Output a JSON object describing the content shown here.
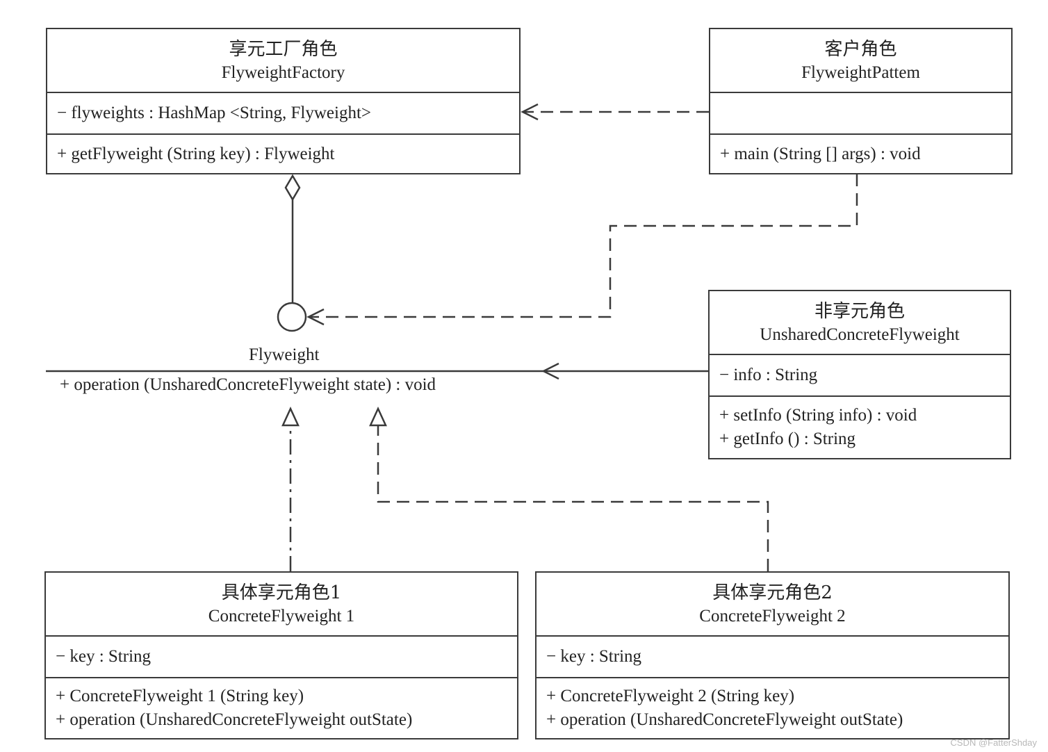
{
  "factory": {
    "title_cn": "享元工厂角色",
    "title_en": "FlyweightFactory",
    "attributes": [
      "− flyweights : HashMap <String, Flyweight>"
    ],
    "operations": [
      "+ getFlyweight (String key) : Flyweight"
    ]
  },
  "client": {
    "title_cn": "客户角色",
    "title_en": "FlyweightPattem",
    "attributes": [],
    "operations": [
      "+ main (String [] args) : void"
    ]
  },
  "flyweight": {
    "name": "Flyweight",
    "operation": "+ operation (UnsharedConcreteFlyweight state) : void"
  },
  "unshared": {
    "title_cn": "非享元角色",
    "title_en": "UnsharedConcreteFlyweight",
    "attributes": [
      "− info : String"
    ],
    "operations": [
      "+ setInfo (String info) : void",
      "+ getInfo () : String"
    ]
  },
  "concrete1": {
    "title_cn": "具体享元角色1",
    "title_en": "ConcreteFlyweight  1",
    "attributes": [
      "− key : String"
    ],
    "operations": [
      "+ ConcreteFlyweight  1 (String key)",
      "+ operation (UnsharedConcreteFlyweight outState)"
    ]
  },
  "concrete2": {
    "title_cn": "具体享元角色2",
    "title_en": "ConcreteFlyweight  2",
    "attributes": [
      "− key : String"
    ],
    "operations": [
      "+ ConcreteFlyweight  2 (String key)",
      "+ operation (UnsharedConcreteFlyweight outState)"
    ]
  },
  "watermark": "CSDN @FatterShday",
  "colors": {
    "line": "#3a3a3a",
    "text": "#222222",
    "background": "#ffffff"
  }
}
